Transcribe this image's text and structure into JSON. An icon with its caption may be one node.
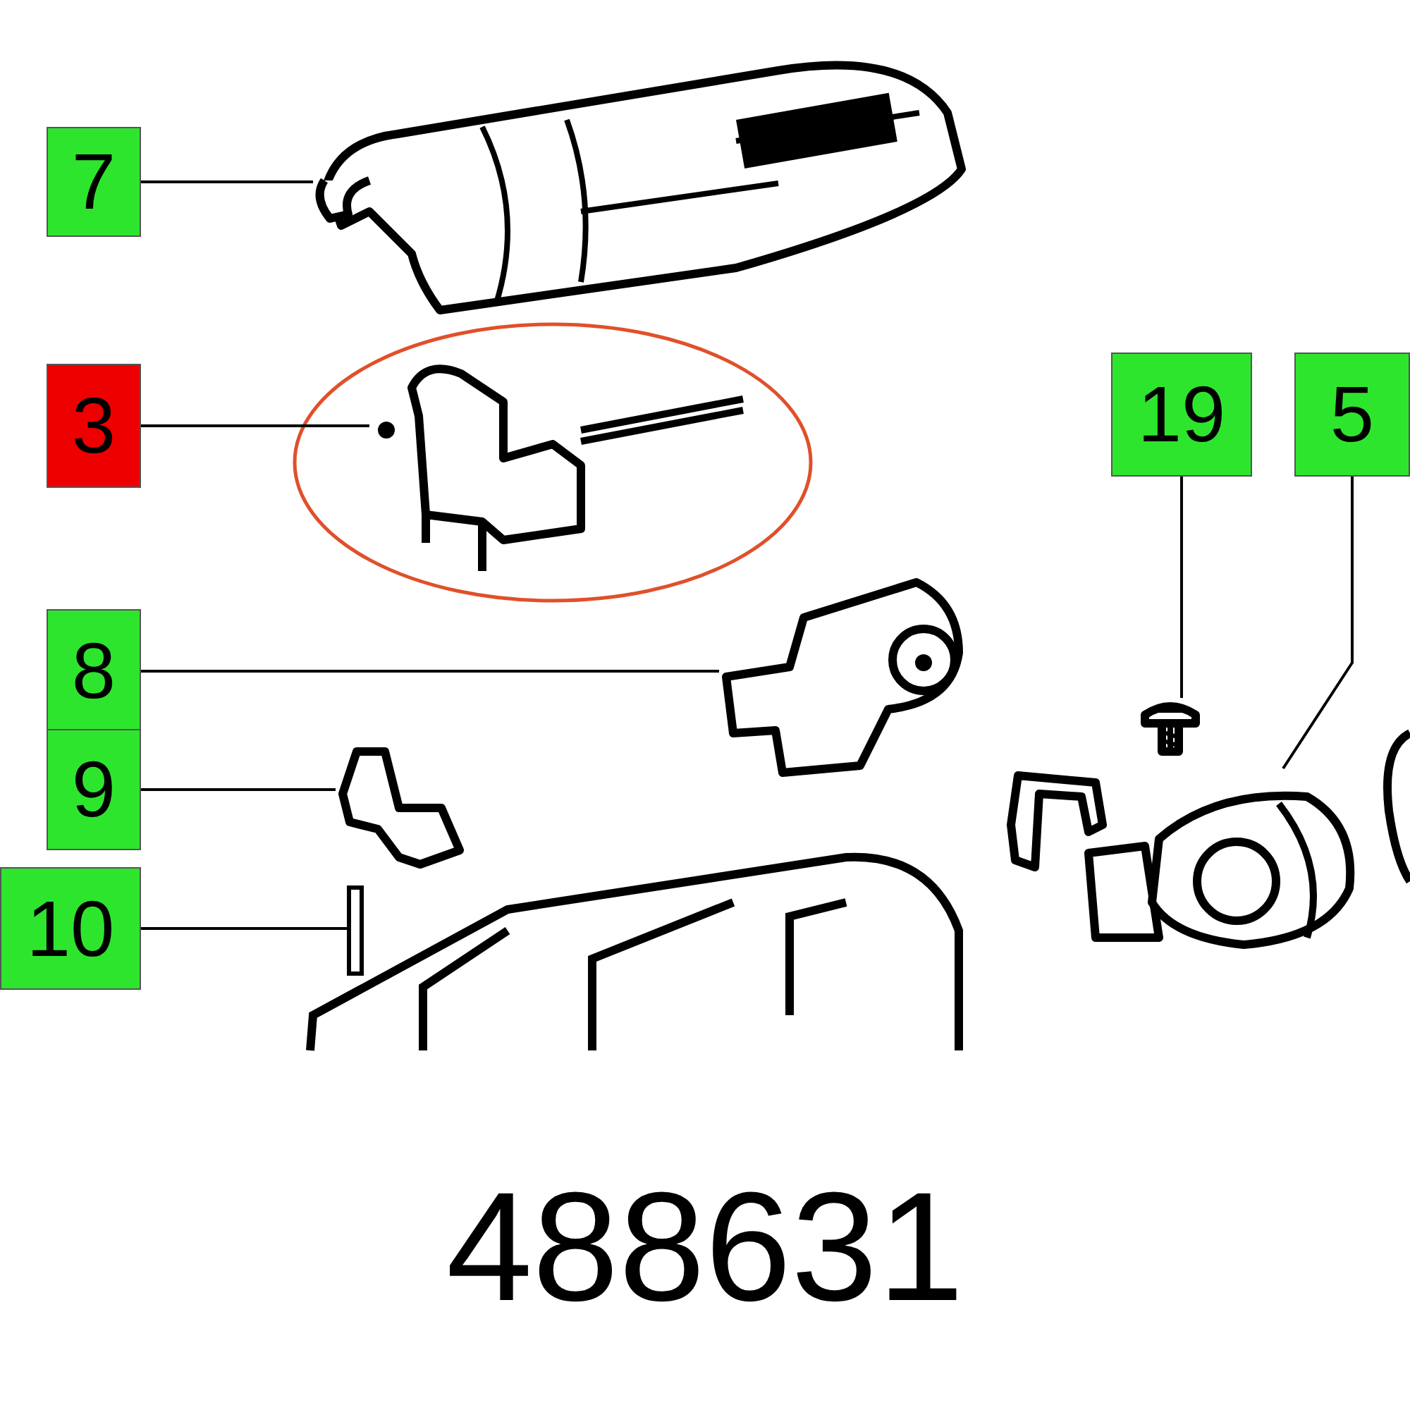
{
  "diagram": {
    "caption": "488631",
    "nodes": [
      {
        "text": [
          "7"
        ]
      },
      {
        "text": [],
        "shape": "picture"
      },
      {
        "text": [
          "3"
        ]
      },
      {
        "text": [],
        "shape": "picture"
      },
      {
        "text": [
          "8"
        ]
      },
      {
        "text": [],
        "shape": "picture"
      },
      {
        "text": [
          "9"
        ]
      },
      {
        "text": [],
        "shape": "picture"
      },
      {
        "text": [
          "10"
        ]
      },
      {
        "text": [],
        "shape": "bar"
      },
      {
        "text": [
          "19"
        ]
      },
      {
        "text": [],
        "shape": "picture"
      },
      {
        "text": [
          "5"
        ]
      },
      {
        "text": [],
        "shape": "picture"
      }
    ],
    "edges": [
      {
        "from": 0,
        "to": 1,
        "arrow": "none"
      },
      {
        "from": 2,
        "to": 3,
        "arrow": "none"
      },
      {
        "from": 4,
        "to": 5,
        "arrow": "none"
      },
      {
        "from": 6,
        "to": 7,
        "arrow": "none"
      },
      {
        "from": 8,
        "to": 9,
        "arrow": "none"
      },
      {
        "from": 10,
        "to": 11,
        "arrow": "none"
      },
      {
        "from": 12,
        "to": 13,
        "arrow": "none"
      }
    ]
  }
}
